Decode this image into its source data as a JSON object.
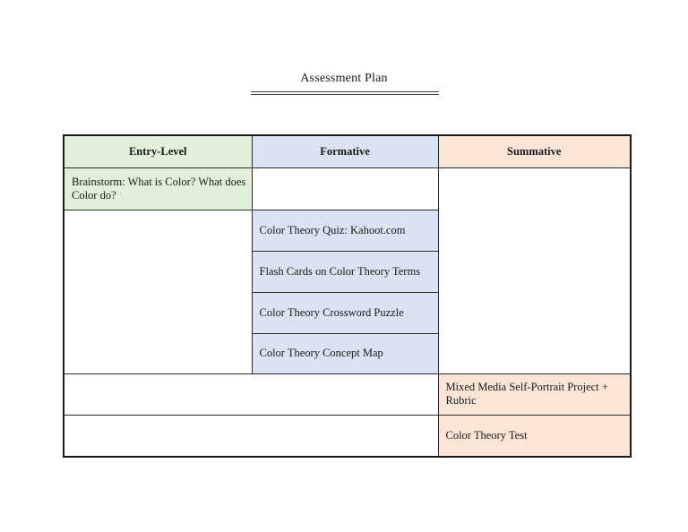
{
  "page": {
    "title": "Assessment Plan"
  },
  "colors": {
    "entry_green": "#e2efda",
    "formative_blue": "#dbe2f1",
    "summative_peach": "#fbe5d6",
    "border": "#2b2b2b"
  },
  "table": {
    "headers": [
      {
        "label": "Entry-Level"
      },
      {
        "label": "Formative"
      },
      {
        "label": "Summative"
      }
    ],
    "entry_level": {
      "items": [
        "Brainstorm: What is Color? What does Color do?"
      ]
    },
    "formative": {
      "items": [
        "Color Theory Quiz: Kahoot.com",
        "Flash Cards on Color Theory Terms",
        "Color Theory Crossword Puzzle",
        "Color Theory Concept Map"
      ]
    },
    "summative": {
      "items": [
        "Mixed Media Self-Portrait Project + Rubric",
        "Color Theory Test"
      ]
    }
  }
}
